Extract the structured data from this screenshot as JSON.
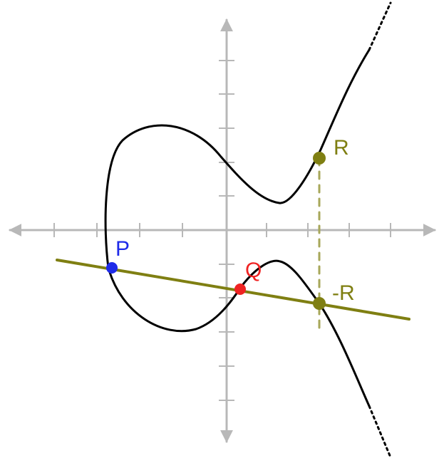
{
  "diagram": {
    "labels": {
      "p": "P",
      "q": "Q",
      "r": "R",
      "neg_r": "-R"
    },
    "colors": {
      "axis": "#b8b8b8",
      "curve": "#000000",
      "secant_line": "#7f7f12",
      "vertical_guide": "#a7a75a",
      "point_p": "#1f2be8",
      "point_q": "#ef2323",
      "point_r": "#7f7f12",
      "point_neg_r": "#7f7f12"
    }
  }
}
